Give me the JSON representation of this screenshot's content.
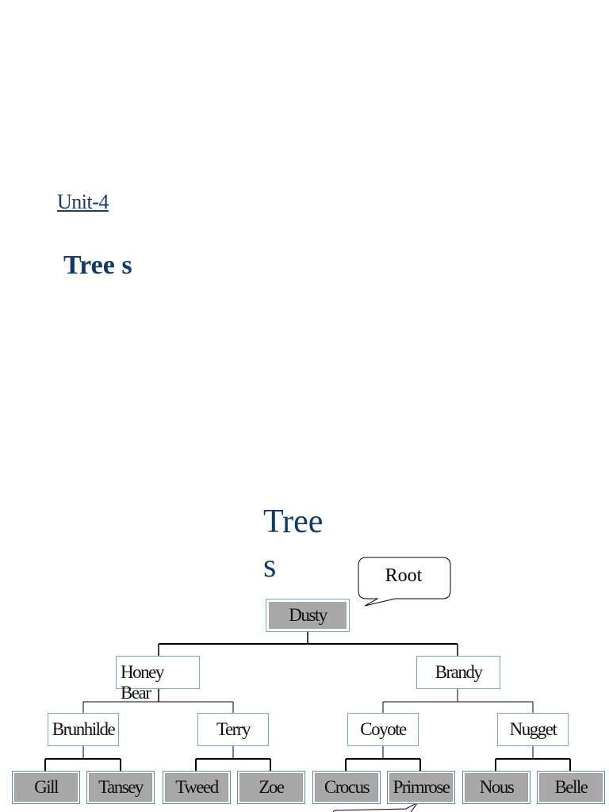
{
  "slide1": {
    "unit_label": "Unit-4",
    "title": "Tree s"
  },
  "slide2": {
    "title": "Tree s",
    "callout": "Root"
  },
  "tree": {
    "root": "Dusty",
    "level1": [
      "Honey Bear",
      "Brandy"
    ],
    "level2": [
      "Brunhilde",
      "Terry",
      "Coyote",
      "Nugget"
    ],
    "leaves": [
      "Gill",
      "Tansey",
      "Tweed",
      "Zoe",
      "Crocus",
      "Primrose",
      "Nous",
      "Belle"
    ]
  },
  "colors": {
    "title": "#133a63",
    "leaf_fill": "#a8a8a8",
    "node_border": "#7fa3b8"
  }
}
